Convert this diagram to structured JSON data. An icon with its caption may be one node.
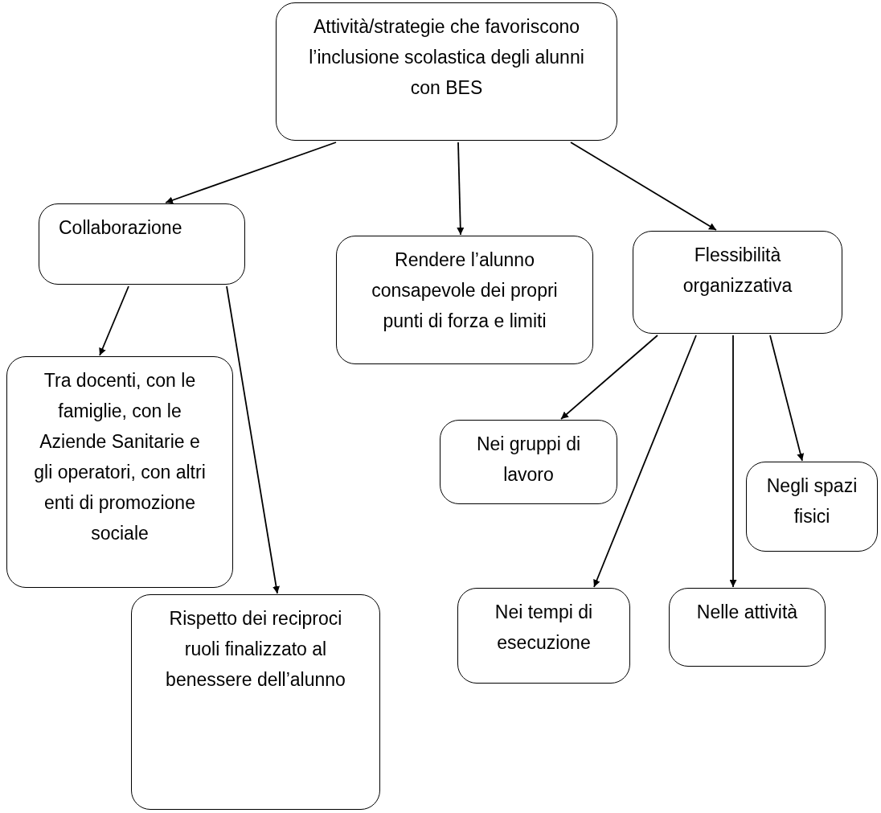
{
  "diagram": {
    "nodes": [
      {
        "text": [
          "Attività/strategie che favoriscono l’inclusione scolastica degli alunni con BES"
        ]
      },
      {
        "text": [
          "Collaborazione"
        ]
      },
      {
        "text": [
          "Rendere l’alunno consapevole dei propri punti di forza e limiti"
        ]
      },
      {
        "text": [
          "Flessibilità organizzativa"
        ]
      },
      {
        "text": [
          "Tra docenti, con le famiglie, con le Aziende Sanitarie e gli operatori, con altri enti di promozione sociale"
        ]
      },
      {
        "text": [
          "Rispetto dei reciproci ruoli finalizzato al benessere dell’alunno"
        ]
      },
      {
        "text": [
          "Nei gruppi di lavoro"
        ]
      },
      {
        "text": [
          "Negli spazi fisici"
        ]
      },
      {
        "text": [
          "Nei tempi di esecuzione"
        ]
      },
      {
        "text": [
          "Nelle attività"
        ]
      }
    ],
    "edges": [
      {
        "from": 0,
        "to": 1,
        "arrow": "to"
      },
      {
        "from": 0,
        "to": 2,
        "arrow": "to"
      },
      {
        "from": 0,
        "to": 3,
        "arrow": "to"
      },
      {
        "from": 1,
        "to": 4,
        "arrow": "to"
      },
      {
        "from": 1,
        "to": 5,
        "arrow": "to"
      },
      {
        "from": 3,
        "to": 6,
        "arrow": "to"
      },
      {
        "from": 3,
        "to": 8,
        "arrow": "to"
      },
      {
        "from": 3,
        "to": 9,
        "arrow": "to"
      },
      {
        "from": 3,
        "to": 7,
        "arrow": "to"
      }
    ]
  }
}
